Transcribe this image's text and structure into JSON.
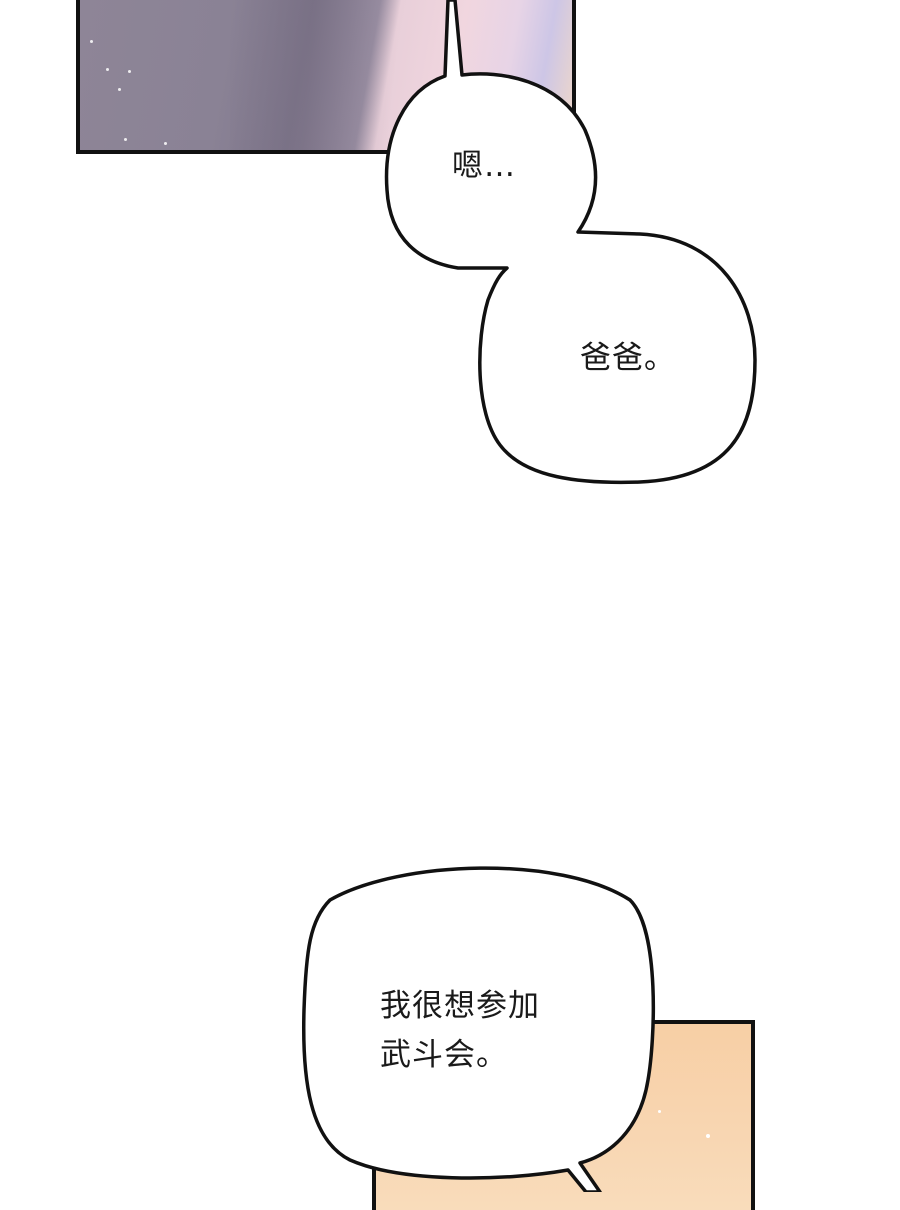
{
  "panels": [
    {
      "id": "top",
      "description": "purple and pink clothing close-up"
    },
    {
      "id": "bottom",
      "description": "peach background panel"
    }
  ],
  "bubbles": [
    {
      "id": "bubble-1",
      "text": "嗯…"
    },
    {
      "id": "bubble-2",
      "text": "爸爸。"
    },
    {
      "id": "bubble-3",
      "line1": "我很想参加",
      "line2": "武斗会。"
    }
  ],
  "colors": {
    "outline": "#111111",
    "bubble_fill": "#ffffff",
    "top_panel_purple": "#8a8295",
    "top_panel_pink": "#f1d6df",
    "bottom_panel_peach": "#f7cfa5"
  }
}
